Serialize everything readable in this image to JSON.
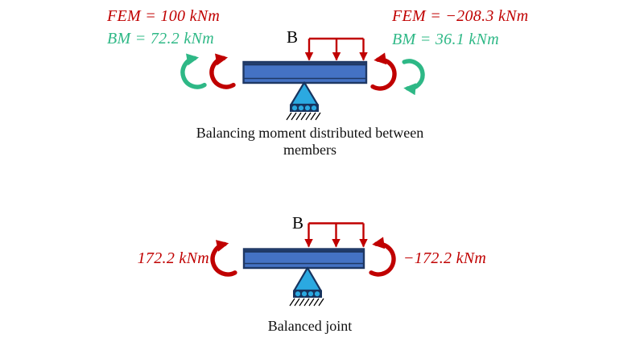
{
  "colors": {
    "moment_red": "#C00000",
    "balancing_green": "#2EB886",
    "beam_fill": "#4472C4",
    "beam_outline": "#1F3864",
    "support_fill": "#2BA9E1"
  },
  "top_figure": {
    "fem_left": "FEM = 100 kNm",
    "bm_left": "BM = 72.2 kNm",
    "fem_right": "FEM = −208.3 kNm",
    "bm_right": "BM = 36.1 kNm",
    "joint_label": "B",
    "caption_line1": "Balancing moment distributed between",
    "caption_line2": "members"
  },
  "bottom_figure": {
    "joint_label": "B",
    "moment_left": "172.2 kNm",
    "moment_right": "−172.2 kNm",
    "caption": "Balanced joint"
  }
}
